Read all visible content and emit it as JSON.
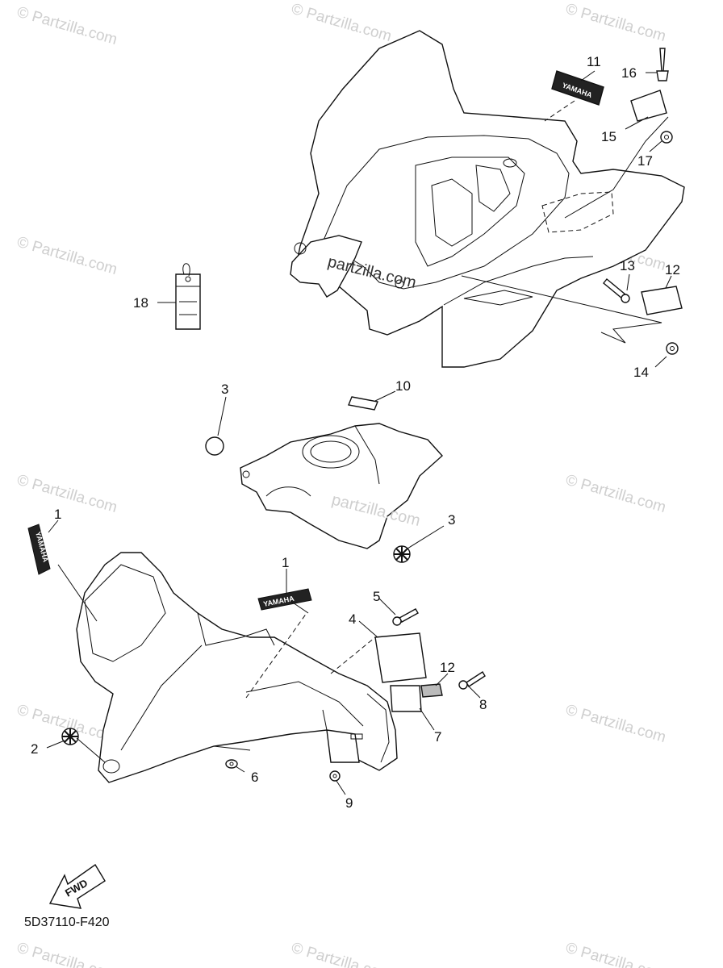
{
  "diagram": {
    "code": "5D37110-F420",
    "fwd_label": "FWD",
    "decal_text": "YAMAHA",
    "center_watermarks": [
      "partzilla.com",
      "partzilla.com"
    ],
    "watermark": "© Partzilla.com",
    "callouts": [
      {
        "id": "c11",
        "label": "11"
      },
      {
        "id": "c16",
        "label": "16"
      },
      {
        "id": "c15",
        "label": "15"
      },
      {
        "id": "c17",
        "label": "17"
      },
      {
        "id": "c18",
        "label": "18"
      },
      {
        "id": "c13",
        "label": "13"
      },
      {
        "id": "c12a",
        "label": "12"
      },
      {
        "id": "c14",
        "label": "14"
      },
      {
        "id": "c3a",
        "label": "3"
      },
      {
        "id": "c10",
        "label": "10"
      },
      {
        "id": "c3b",
        "label": "3"
      },
      {
        "id": "c1a",
        "label": "1"
      },
      {
        "id": "c1b",
        "label": "1"
      },
      {
        "id": "c5",
        "label": "5"
      },
      {
        "id": "c4",
        "label": "4"
      },
      {
        "id": "c12b",
        "label": "12"
      },
      {
        "id": "c8",
        "label": "8"
      },
      {
        "id": "c7",
        "label": "7"
      },
      {
        "id": "c2",
        "label": "2"
      },
      {
        "id": "c6",
        "label": "6"
      },
      {
        "id": "c9",
        "label": "9"
      }
    ]
  }
}
